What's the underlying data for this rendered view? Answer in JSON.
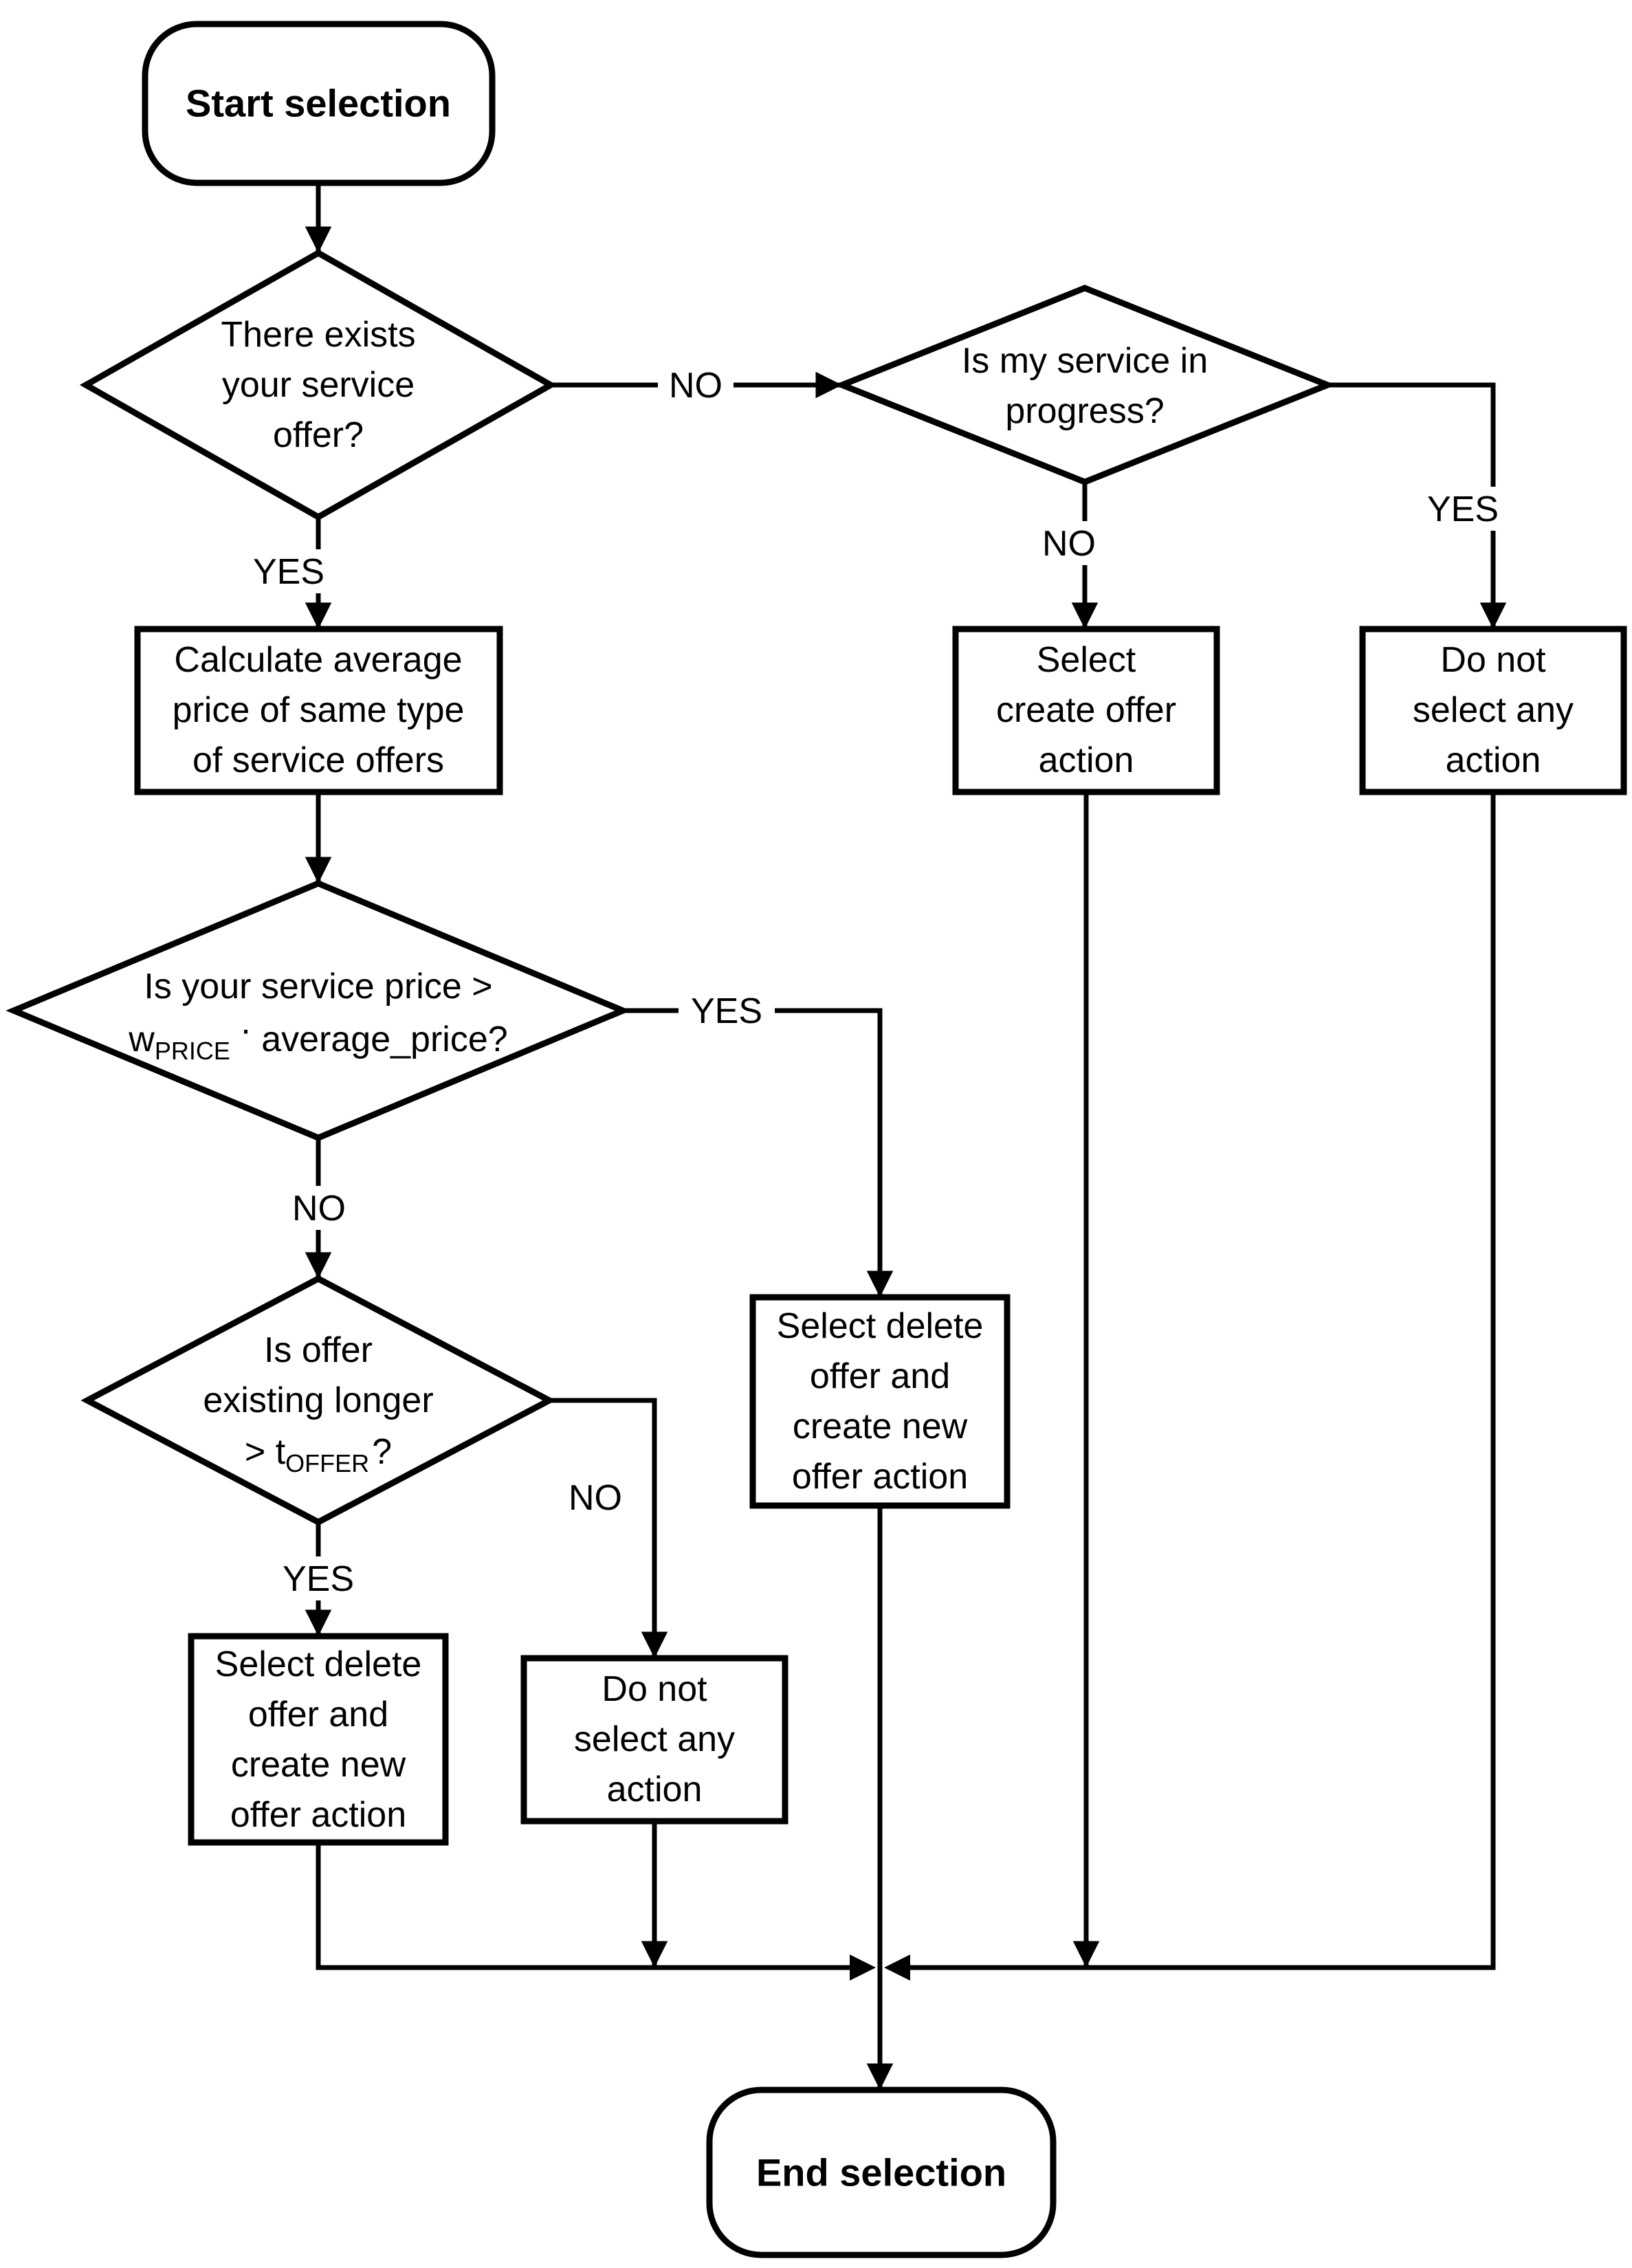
{
  "nodes": {
    "start": {
      "label": "Start selection"
    },
    "d1": {
      "lines": [
        "There exists",
        "your service",
        "offer?"
      ]
    },
    "d2": {
      "lines": [
        "Is my service in",
        "progress?"
      ]
    },
    "calc": {
      "lines": [
        "Calculate average",
        "price of same type",
        "of service offers"
      ]
    },
    "create": {
      "lines": [
        "Select",
        "create offer",
        "action"
      ]
    },
    "noaction_right": {
      "lines": [
        "Do not",
        "select any",
        "action"
      ]
    },
    "d3": {
      "line1": "Is your service price >",
      "w_base": "w",
      "w_sub": "PRICE",
      "dot": "·",
      "rest": "average_price?"
    },
    "delete_right": {
      "lines": [
        "Select delete",
        "offer and",
        "create new",
        "offer action"
      ]
    },
    "d4": {
      "lines": [
        "Is offer",
        "existing longer"
      ],
      "gt_base": "> t",
      "t_sub": "OFFER",
      "q_rest": "?"
    },
    "delete_left": {
      "lines": [
        "Select delete",
        "offer and",
        "create new",
        "offer action"
      ]
    },
    "noaction_mid": {
      "lines": [
        "Do not",
        "select any",
        "action"
      ]
    },
    "end": {
      "label": "End selection"
    }
  },
  "labels": {
    "d1_yes": "YES",
    "d1_no": "NO",
    "d2_yes": "YES",
    "d2_no": "NO",
    "d3_yes": "YES",
    "d3_no": "NO",
    "d4_yes": "YES",
    "d4_no": "NO"
  },
  "colors": {
    "stroke": "#000000",
    "background": "#ffffff"
  }
}
